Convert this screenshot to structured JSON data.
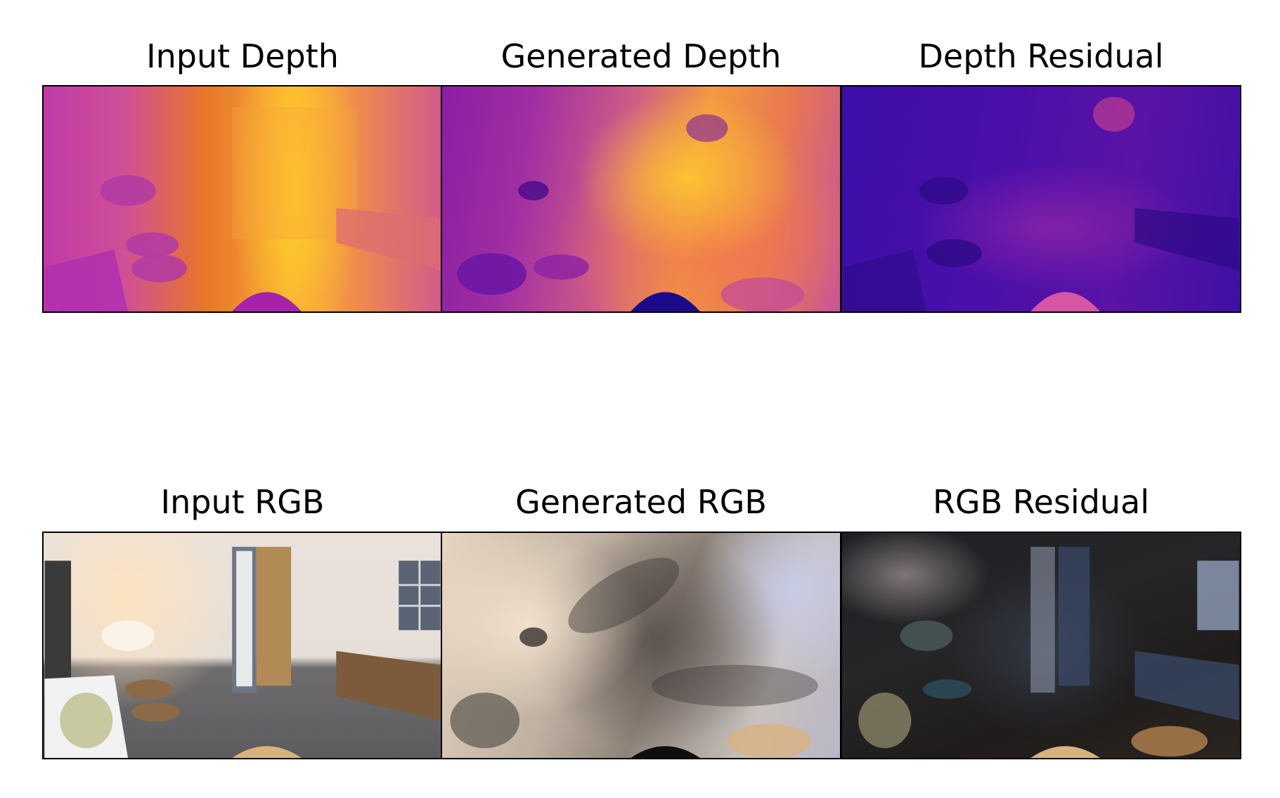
{
  "panels": {
    "depth_input": {
      "title": "Input Depth"
    },
    "depth_generated": {
      "title": "Generated Depth"
    },
    "depth_residual": {
      "title": "Depth Residual"
    },
    "rgb_input": {
      "title": "Input RGB"
    },
    "rgb_generated": {
      "title": "Generated RGB"
    },
    "rgb_residual": {
      "title": "RGB Residual"
    }
  },
  "colors": {
    "plasma_low": "#0d0887",
    "plasma_mid": "#cc4778",
    "plasma_high": "#f0f921",
    "panel_border": "#000000"
  }
}
